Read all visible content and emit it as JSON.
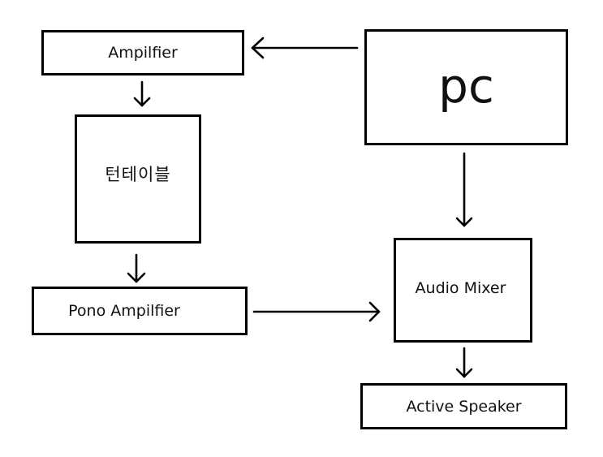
{
  "diagram": {
    "nodes": [
      {
        "id": "amplifier",
        "label": "Ampilfier"
      },
      {
        "id": "pc",
        "label": "pc"
      },
      {
        "id": "turntable",
        "label": "턴테이블"
      },
      {
        "id": "pono_amplifier",
        "label": "Pono Ampilfier"
      },
      {
        "id": "audio_mixer",
        "label": "Audio Mixer"
      },
      {
        "id": "active_speaker",
        "label": "Active Speaker"
      }
    ],
    "edges": [
      {
        "from": "pc",
        "to": "amplifier"
      },
      {
        "from": "amplifier",
        "to": "turntable"
      },
      {
        "from": "turntable",
        "to": "pono_amplifier"
      },
      {
        "from": "pono_amplifier",
        "to": "audio_mixer"
      },
      {
        "from": "pc",
        "to": "audio_mixer"
      },
      {
        "from": "audio_mixer",
        "to": "active_speaker"
      }
    ]
  }
}
